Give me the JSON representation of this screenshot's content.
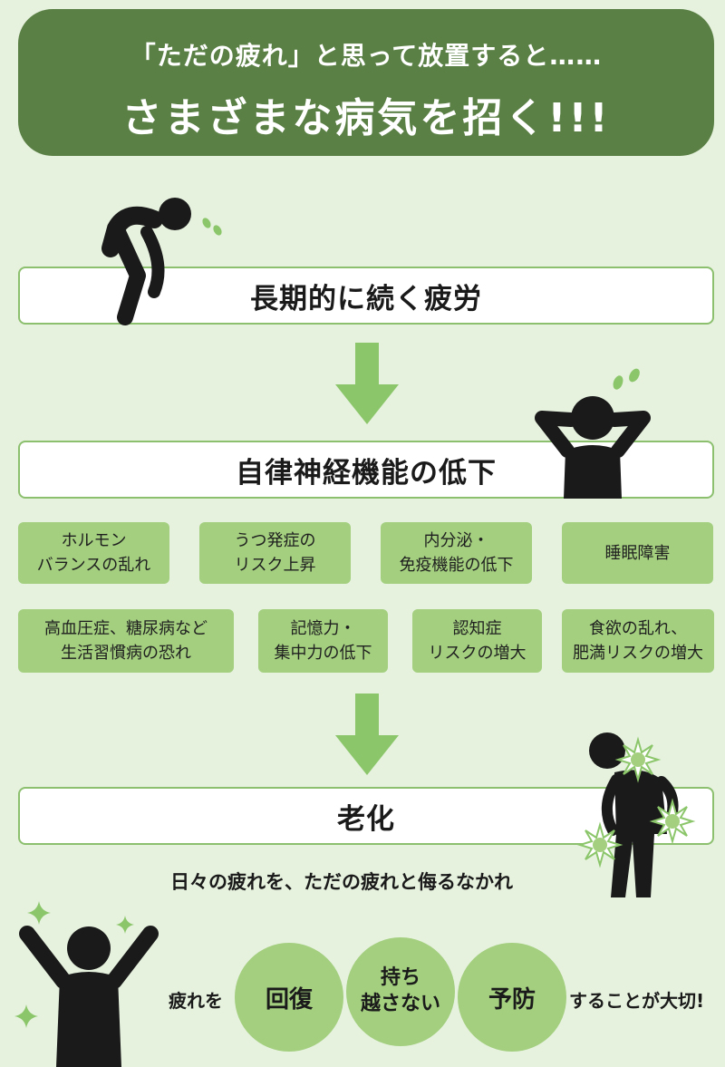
{
  "header": {
    "line1": "「ただの疲れ」と思って放置すると……",
    "line2": "さまざまな病気を招く!!!"
  },
  "stages": [
    {
      "label": "長期的に続く疲労"
    },
    {
      "label": "自律神経機能の低下"
    },
    {
      "label": "老化"
    }
  ],
  "symptoms_row1": [
    {
      "text": "ホルモン\nバランスの乱れ"
    },
    {
      "text": "うつ発症の\nリスク上昇"
    },
    {
      "text": "内分泌・\n免疫機能の低下"
    },
    {
      "text": "睡眠障害"
    }
  ],
  "symptoms_row2": [
    {
      "text": "高血圧症、糖尿病など\n生活習慣病の恐れ"
    },
    {
      "text": "記憶力・\n集中力の低下"
    },
    {
      "text": "認知症\nリスクの増大"
    },
    {
      "text": "食欲の乱れ、\n肥満リスクの増大"
    }
  ],
  "caption": "日々の疲れを、ただの疲れと侮るなかれ",
  "footer": {
    "prefix": "疲れを",
    "circles": [
      {
        "text": "回復"
      },
      {
        "text": "持ち\n越さない"
      },
      {
        "text": "予防"
      }
    ],
    "suffix": "することが大切!"
  },
  "colors": {
    "header_bg": "#5b8045",
    "background": "#e6f2de",
    "accent_green": "#a3cf7f",
    "arrow_green": "#8cc66b",
    "figure": "#1a1a1a"
  },
  "icons": [
    "tired-person-icon",
    "stressed-person-icon",
    "aching-person-icon",
    "cheering-person-icon",
    "sparkle-icon",
    "sweat-drop-icon",
    "pain-burst-icon"
  ]
}
